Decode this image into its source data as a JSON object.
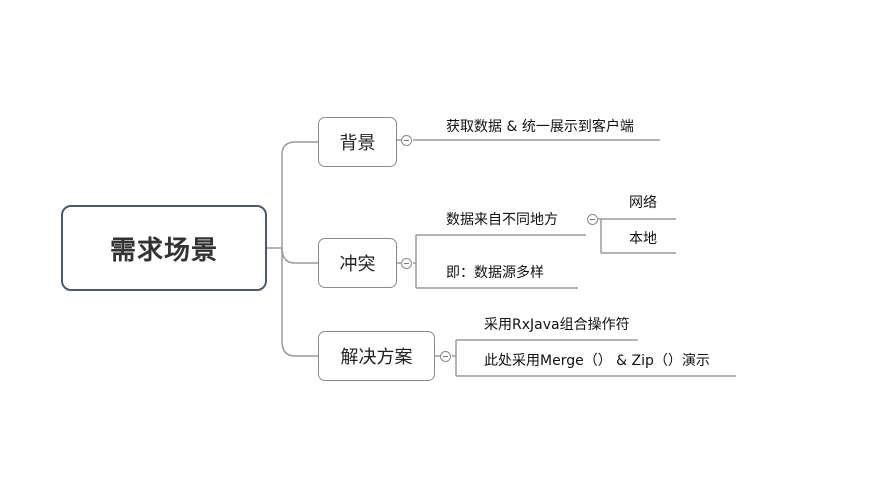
{
  "root": {
    "label": "需求场景"
  },
  "branches": [
    {
      "label": "背景",
      "children": [
        {
          "label": "获取数据 & 统一展示到客户端"
        }
      ]
    },
    {
      "label": "冲突",
      "children": [
        {
          "label": "数据来自不同地方",
          "children": [
            {
              "label": "网络"
            },
            {
              "label": "本地"
            }
          ]
        },
        {
          "label": "即：数据源多样"
        }
      ]
    },
    {
      "label": "解决方案",
      "children": [
        {
          "label": "采用RxJava组合操作符"
        },
        {
          "label": "此处采用Merge（） & Zip（）演示"
        }
      ]
    }
  ]
}
